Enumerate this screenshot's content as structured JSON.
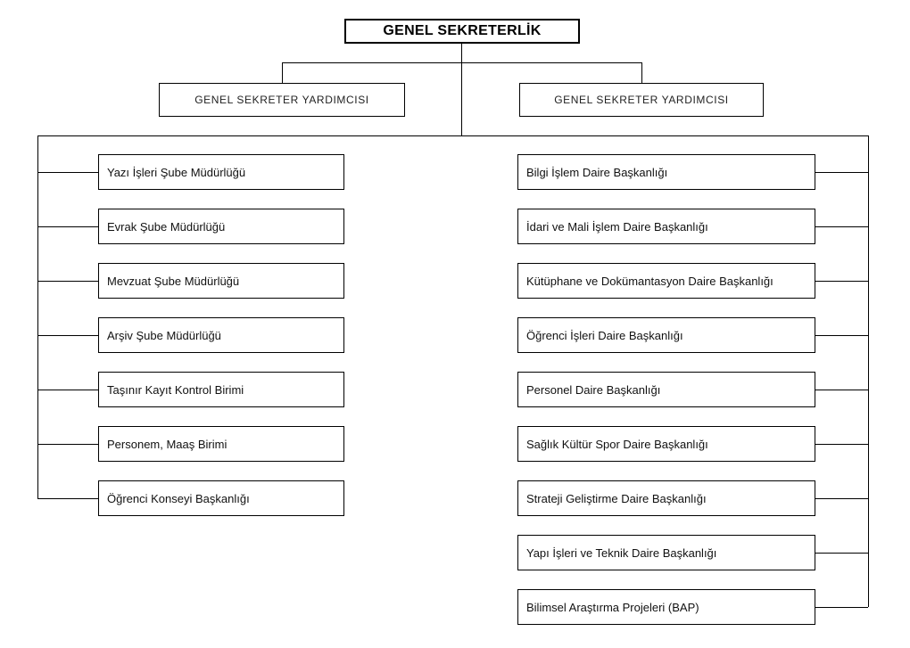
{
  "org_chart": {
    "root_label": "GENEL SEKRETERLİK",
    "deputies": [
      {
        "label": "GENEL SEKRETER YARDIMCISI"
      },
      {
        "label": "GENEL SEKRETER YARDIMCISI"
      }
    ],
    "left_units": [
      "Yazı İşleri Şube Müdürlüğü",
      "Evrak Şube Müdürlüğü",
      "Mevzuat Şube Müdürlüğü",
      "Arşiv Şube Müdürlüğü",
      "Taşınır Kayıt Kontrol Birimi",
      "Personem, Maaş Birimi",
      "Öğrenci Konseyi Başkanlığı"
    ],
    "right_units": [
      "Bilgi İşlem Daire Başkanlığı",
      "İdari ve Mali İşlem Daire Başkanlığı",
      "Kütüphane ve Dokümantasyon Daire Başkanlığı",
      "Öğrenci İşleri Daire Başkanlığı",
      "Personel Daire Başkanlığı",
      "Sağlık Kültür Spor Daire Başkanlığı",
      "Strateji Geliştirme Daire Başkanlığı",
      "Yapı İşleri ve Teknik Daire Başkanlığı",
      "Bilimsel Araştırma Projeleri (BAP)"
    ]
  },
  "colors": {
    "background": "#ffffff",
    "line": "#000000",
    "box_border": "#000000",
    "text": "#111111"
  }
}
